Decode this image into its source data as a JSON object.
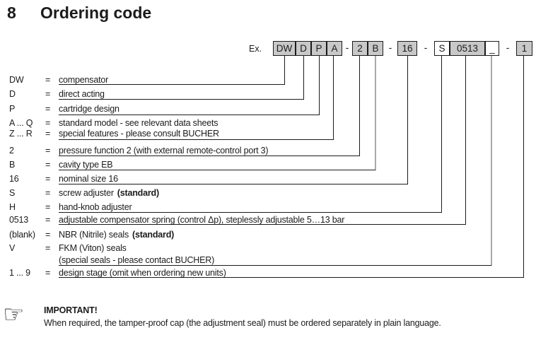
{
  "colors": {
    "line-black": "#1b1b1b",
    "line-gray": "#a8a8a8",
    "box-fill": "#c8c8c8",
    "text": "#1b1b1b",
    "bg": "#ffffff"
  },
  "title": {
    "number": "8",
    "label": "Ordering code"
  },
  "example": {
    "label": "Ex.",
    "boxes": [
      {
        "text": "DW",
        "fill": "#c8c8c8"
      },
      {
        "text": "D",
        "fill": "#c8c8c8"
      },
      {
        "text": "P",
        "fill": "#c8c8c8"
      },
      {
        "text": "A",
        "fill": "#c8c8c8"
      },
      {
        "text": "2",
        "fill": "#c8c8c8"
      },
      {
        "text": "B",
        "fill": "#c8c8c8"
      },
      {
        "text": "16",
        "fill": "#c8c8c8"
      },
      {
        "text": "S",
        "fill": "#ffffff"
      },
      {
        "text": "0513",
        "fill": "#c8c8c8"
      },
      {
        "text": "_",
        "fill": "#ffffff"
      },
      {
        "text": "1",
        "fill": "#c8c8c8"
      }
    ],
    "separators": [
      "-",
      "-",
      "-",
      "-"
    ]
  },
  "rows": [
    {
      "code": "DW",
      "eq": "=",
      "text": "compensator"
    },
    {
      "code": "D",
      "eq": "=",
      "text": "direct acting"
    },
    {
      "code": "P",
      "eq": "=",
      "text": "cartridge design"
    },
    {
      "code": "A ... Q",
      "eq": "=",
      "text": "standard model - see relevant data sheets"
    },
    {
      "code": "Z ... R",
      "eq": "=",
      "text": "special features - please consult BUCHER"
    },
    {
      "code": "2",
      "eq": "=",
      "text": "pressure function 2 (with external remote-control port 3)"
    },
    {
      "code": "B",
      "eq": "=",
      "text": "cavity type EB"
    },
    {
      "code": "16",
      "eq": "=",
      "text": "nominal size 16"
    },
    {
      "code": "S",
      "eq": "=",
      "text": "screw adjuster",
      "bold": "(standard)"
    },
    {
      "code": "H",
      "eq": "=",
      "text": "hand-knob adjuster"
    },
    {
      "code": "0513",
      "eq": "=",
      "text": "adjustable compensator spring (control Δp), steplessly adjustable 5…13 bar"
    },
    {
      "code": "(blank)",
      "eq": "=",
      "text": "NBR (Nitrile) seals",
      "bold": "(standard)"
    },
    {
      "code": "V",
      "eq": "=",
      "text": "FKM (Viton) seals"
    },
    {
      "code": "",
      "eq": "",
      "text": "(special seals - please contact BUCHER)"
    },
    {
      "code": "1 ... 9",
      "eq": "=",
      "text": "design stage (omit when ordering new units)"
    }
  ],
  "note": {
    "icon": "pointing-hand",
    "glyph": "☞",
    "heading": "IMPORTANT!",
    "body": "When required, the tamper-proof cap (the adjustment seal) must be ordered separately in plain language."
  }
}
